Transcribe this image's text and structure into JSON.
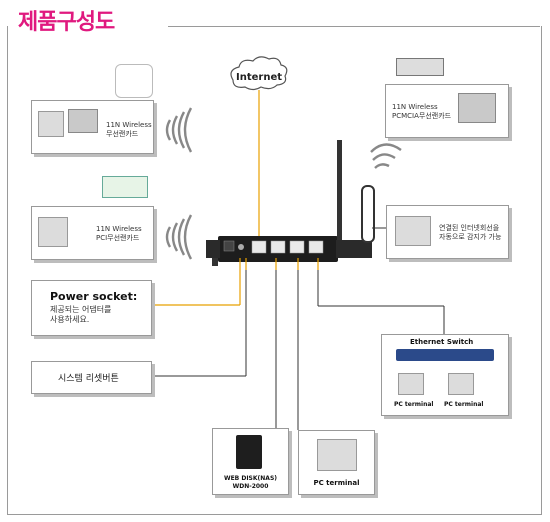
{
  "title": "제품구성도",
  "internet": {
    "label": "Internet"
  },
  "wireless_usb": {
    "line1": "11N Wireless",
    "line2": "무선랜카드"
  },
  "wireless_pci": {
    "line1": "11N Wireless",
    "line2": "PCI무선랜카드"
  },
  "wireless_pcmcia": {
    "line1": "11N Wireless",
    "line2": "PCMCIA무선랜카드"
  },
  "lan": {
    "line1": "연결된 인터넷회선을",
    "line2": "자동으로 감지가 가능"
  },
  "power": {
    "title": "Power socket:",
    "line1": "제공되는 어댑터를",
    "line2": "사용하세요."
  },
  "reset": {
    "label": "시스템 리셋버튼"
  },
  "switch": {
    "title": "Ethernet Switch",
    "pc1": "PC terminal",
    "pc2": "PC terminal"
  },
  "nas": {
    "line1": "WEB DISK(NAS)",
    "line2": "WDN-2000"
  },
  "pc_terminal": {
    "label": "PC terminal"
  }
}
